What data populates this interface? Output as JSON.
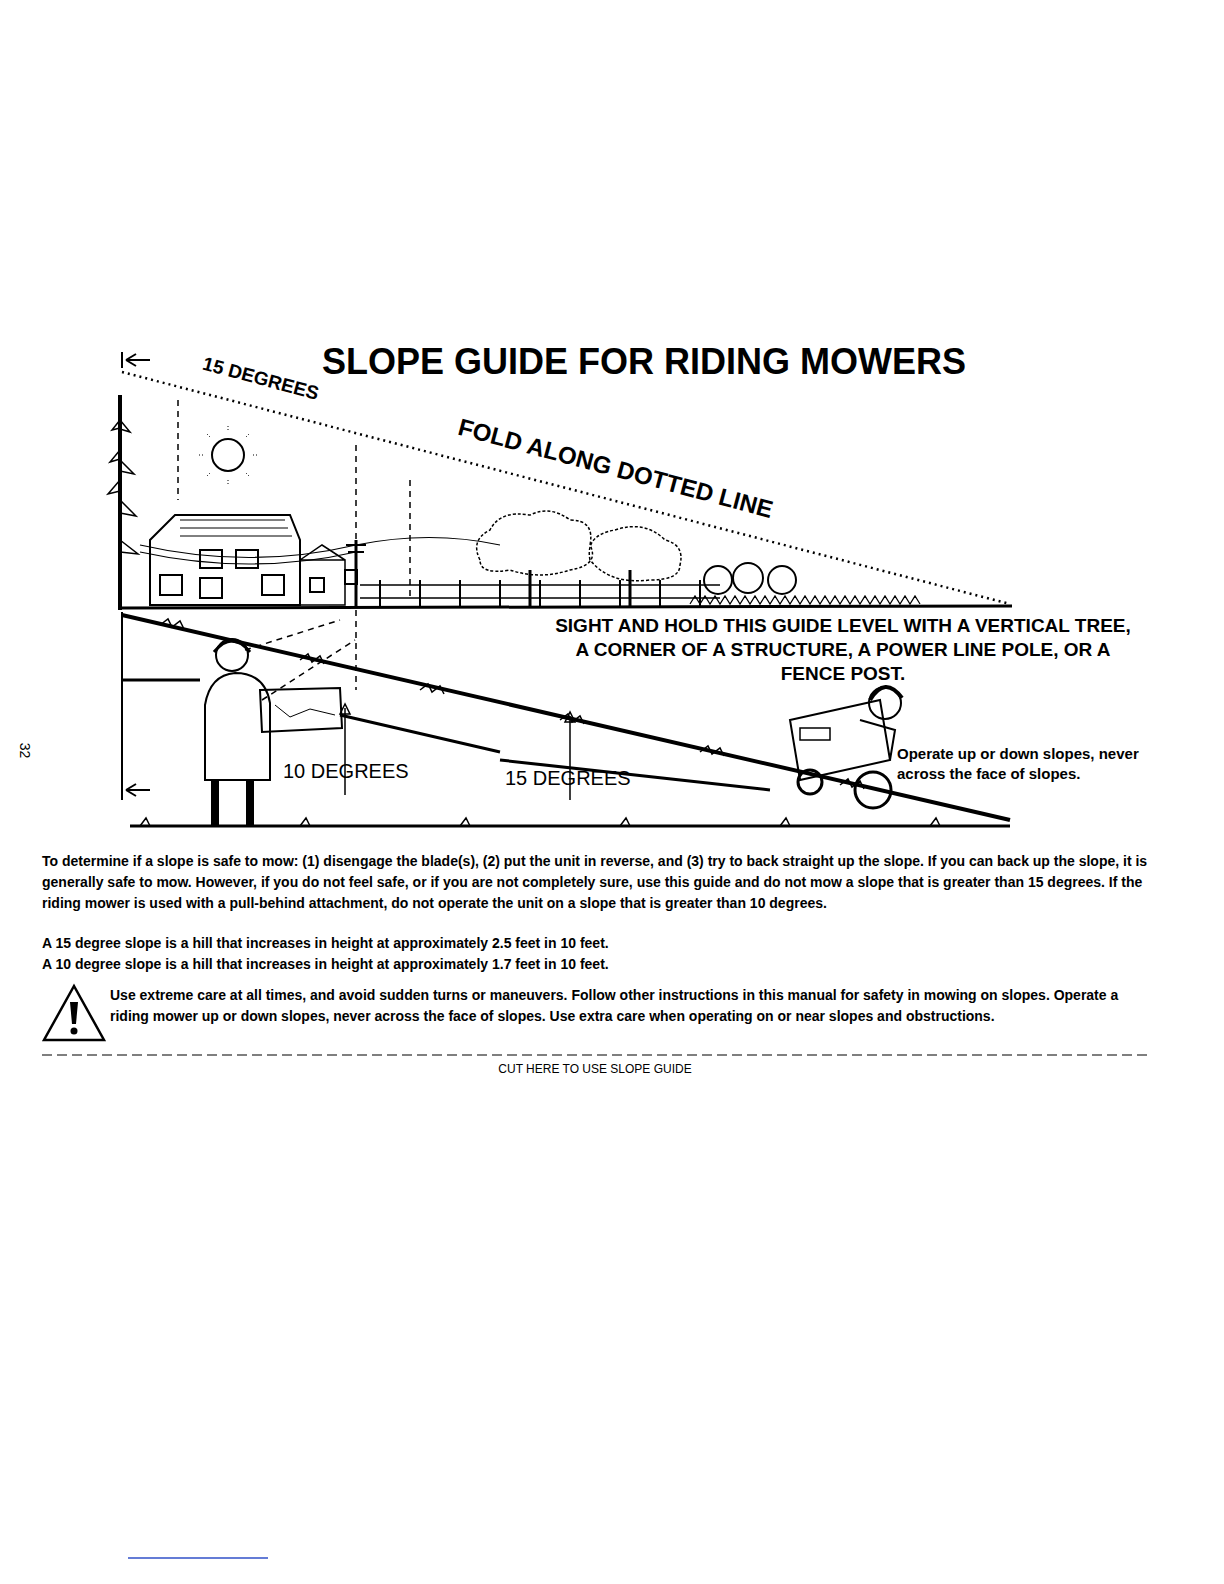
{
  "diagram": {
    "title": "SLOPE GUIDE FOR RIDING MOWERS",
    "labels": [
      "15 DEGREES",
      "FOLD ALONG DOTTED LINE",
      "SIGHT AND HOLD THIS GUIDE LEVEL WITH A VERTICAL TREE, A CORNER OF A STRUCTURE, A POWER LINE POLE, OR A FENCE POST.",
      "Operate up or down slopes, never across the face of slopes.",
      "10 DEGREES",
      "15 DEGREES",
      "32",
      "To determine if a slope is safe to mow: (1) disengage the blade(s), (2) put the unit in reverse, and (3) try to back straight up the slope. If you can back up the slope, it is generally safe to mow. However, if you do not feel safe, or if you are not completely sure, use this guide and do not mow a slope that is greater than 15 degrees. If the riding mower is used with a pull-behind attachment, do not operate the unit on a slope that is greater than 10 degrees.",
      "A 15 degree slope is a hill that increases in height at approximately 2.5 feet in 10 feet.",
      "A 10 degree slope is a hill that increases in height at approximately 1.7 feet in 10 feet.",
      "Use extreme care at all times, and avoid sudden turns or maneuvers. Follow other instructions in this manual for safety in mowing on slopes. Operate a riding mower up or down slopes, never across the face of slopes. Use extra care when operating on or near slopes and obstructions.",
      "CUT HERE TO USE SLOPE GUIDE"
    ]
  }
}
